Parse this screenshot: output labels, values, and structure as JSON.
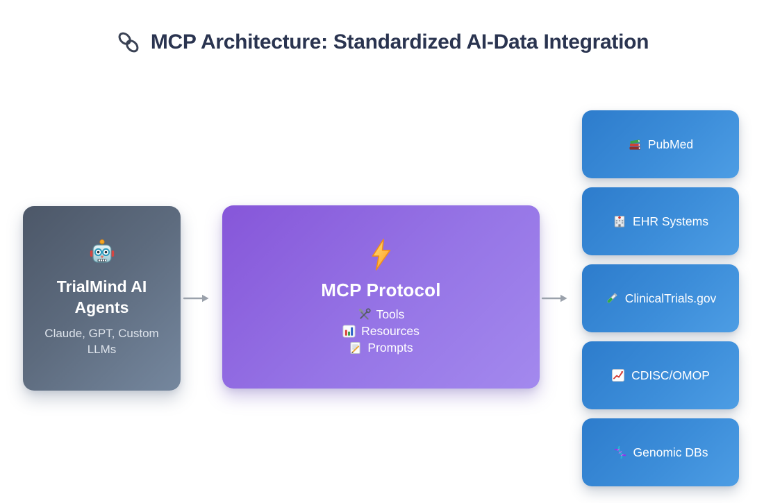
{
  "title": {
    "icon": "link-icon",
    "text": "MCP Architecture: Standardized AI-Data Integration"
  },
  "agents_box": {
    "icon": "robot-icon",
    "title": "TrialMind AI Agents",
    "subtitle": "Claude, GPT, Custom LLMs"
  },
  "protocol_box": {
    "icon": "lightning-icon",
    "title": "MCP Protocol",
    "capabilities": [
      {
        "icon": "tools-icon",
        "label": "Tools"
      },
      {
        "icon": "bar-chart-icon",
        "label": "Resources"
      },
      {
        "icon": "memo-icon",
        "label": "Prompts"
      }
    ]
  },
  "data_sources": [
    {
      "icon": "books-icon",
      "label": "PubMed"
    },
    {
      "icon": "hospital-icon",
      "label": "EHR Systems"
    },
    {
      "icon": "test-tube-icon",
      "label": "ClinicalTrials.gov"
    },
    {
      "icon": "chart-increasing-icon",
      "label": "CDISC/OMOP"
    },
    {
      "icon": "dna-icon",
      "label": "Genomic DBs"
    }
  ],
  "connections": {
    "agents_to_protocol": "arrow-right",
    "protocol_to_sources": "arrow-right"
  },
  "colors": {
    "background": "#ffffff",
    "title_text": "#2a3450",
    "agents_gradient_start": "#4c5768",
    "agents_gradient_end": "#75879e",
    "protocol_gradient_start": "#8656d9",
    "protocol_gradient_end": "#a389ee",
    "source_gradient_start": "#2d7ccc",
    "source_gradient_end": "#4d9de4",
    "box_text": "#ffffff",
    "agents_subtitle_text": "#dde3eb",
    "arrow": "#9aa1ab"
  }
}
